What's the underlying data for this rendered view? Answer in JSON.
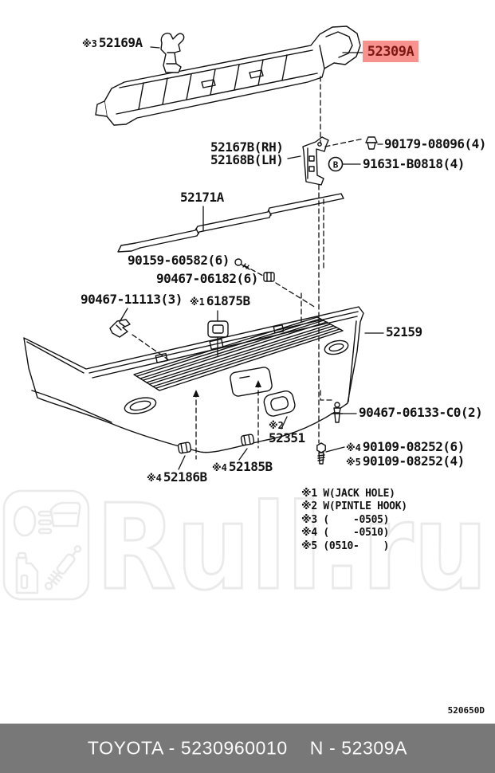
{
  "highlight": {
    "label": "52309A",
    "bg": "#f8928e",
    "fg": "#7e1812"
  },
  "labels": {
    "p52169a": {
      "prefix": "※3",
      "text": "52169A"
    },
    "p52167b": {
      "text": "52167B(RH)"
    },
    "p52168b": {
      "text": "52168B(LH)"
    },
    "p90179": {
      "text": "90179-08096(4)"
    },
    "p91631": {
      "badge": "B",
      "text": "91631-B0818(4)"
    },
    "p52171a": {
      "text": "52171A"
    },
    "p90159": {
      "text": "90159-60582(6)"
    },
    "p90467_06182": {
      "text": "90467-06182(6)"
    },
    "p90467_11113": {
      "text": "90467-11113(3)"
    },
    "p61875b": {
      "prefix": "※1",
      "text": "61875B"
    },
    "p52159": {
      "text": "52159"
    },
    "p90467_06133": {
      "text": "90467-06133-C0(2)"
    },
    "p90109_6": {
      "prefix": "※4",
      "text": "90109-08252(6)"
    },
    "p90109_4": {
      "prefix": "※5",
      "text": "90109-08252(4)"
    },
    "p52351": {
      "prefix": "※2",
      "text": "52351"
    },
    "p52186b": {
      "prefix": "※4",
      "text": "52186B"
    },
    "p52185b": {
      "prefix": "※4",
      "text": "52185B"
    }
  },
  "notes": [
    "※1 W(JACK HOLE)",
    "※2 W(PINTLE HOOK)",
    "※3 (    -0505)",
    "※4 (    -0510)",
    "※5 (0510-    )"
  ],
  "title_block": {
    "drawing_code": "520650D"
  },
  "watermark": {
    "text": "Rull.ru"
  },
  "footer": {
    "label": "TOYOTA - 5230960010    N - 52309A"
  }
}
